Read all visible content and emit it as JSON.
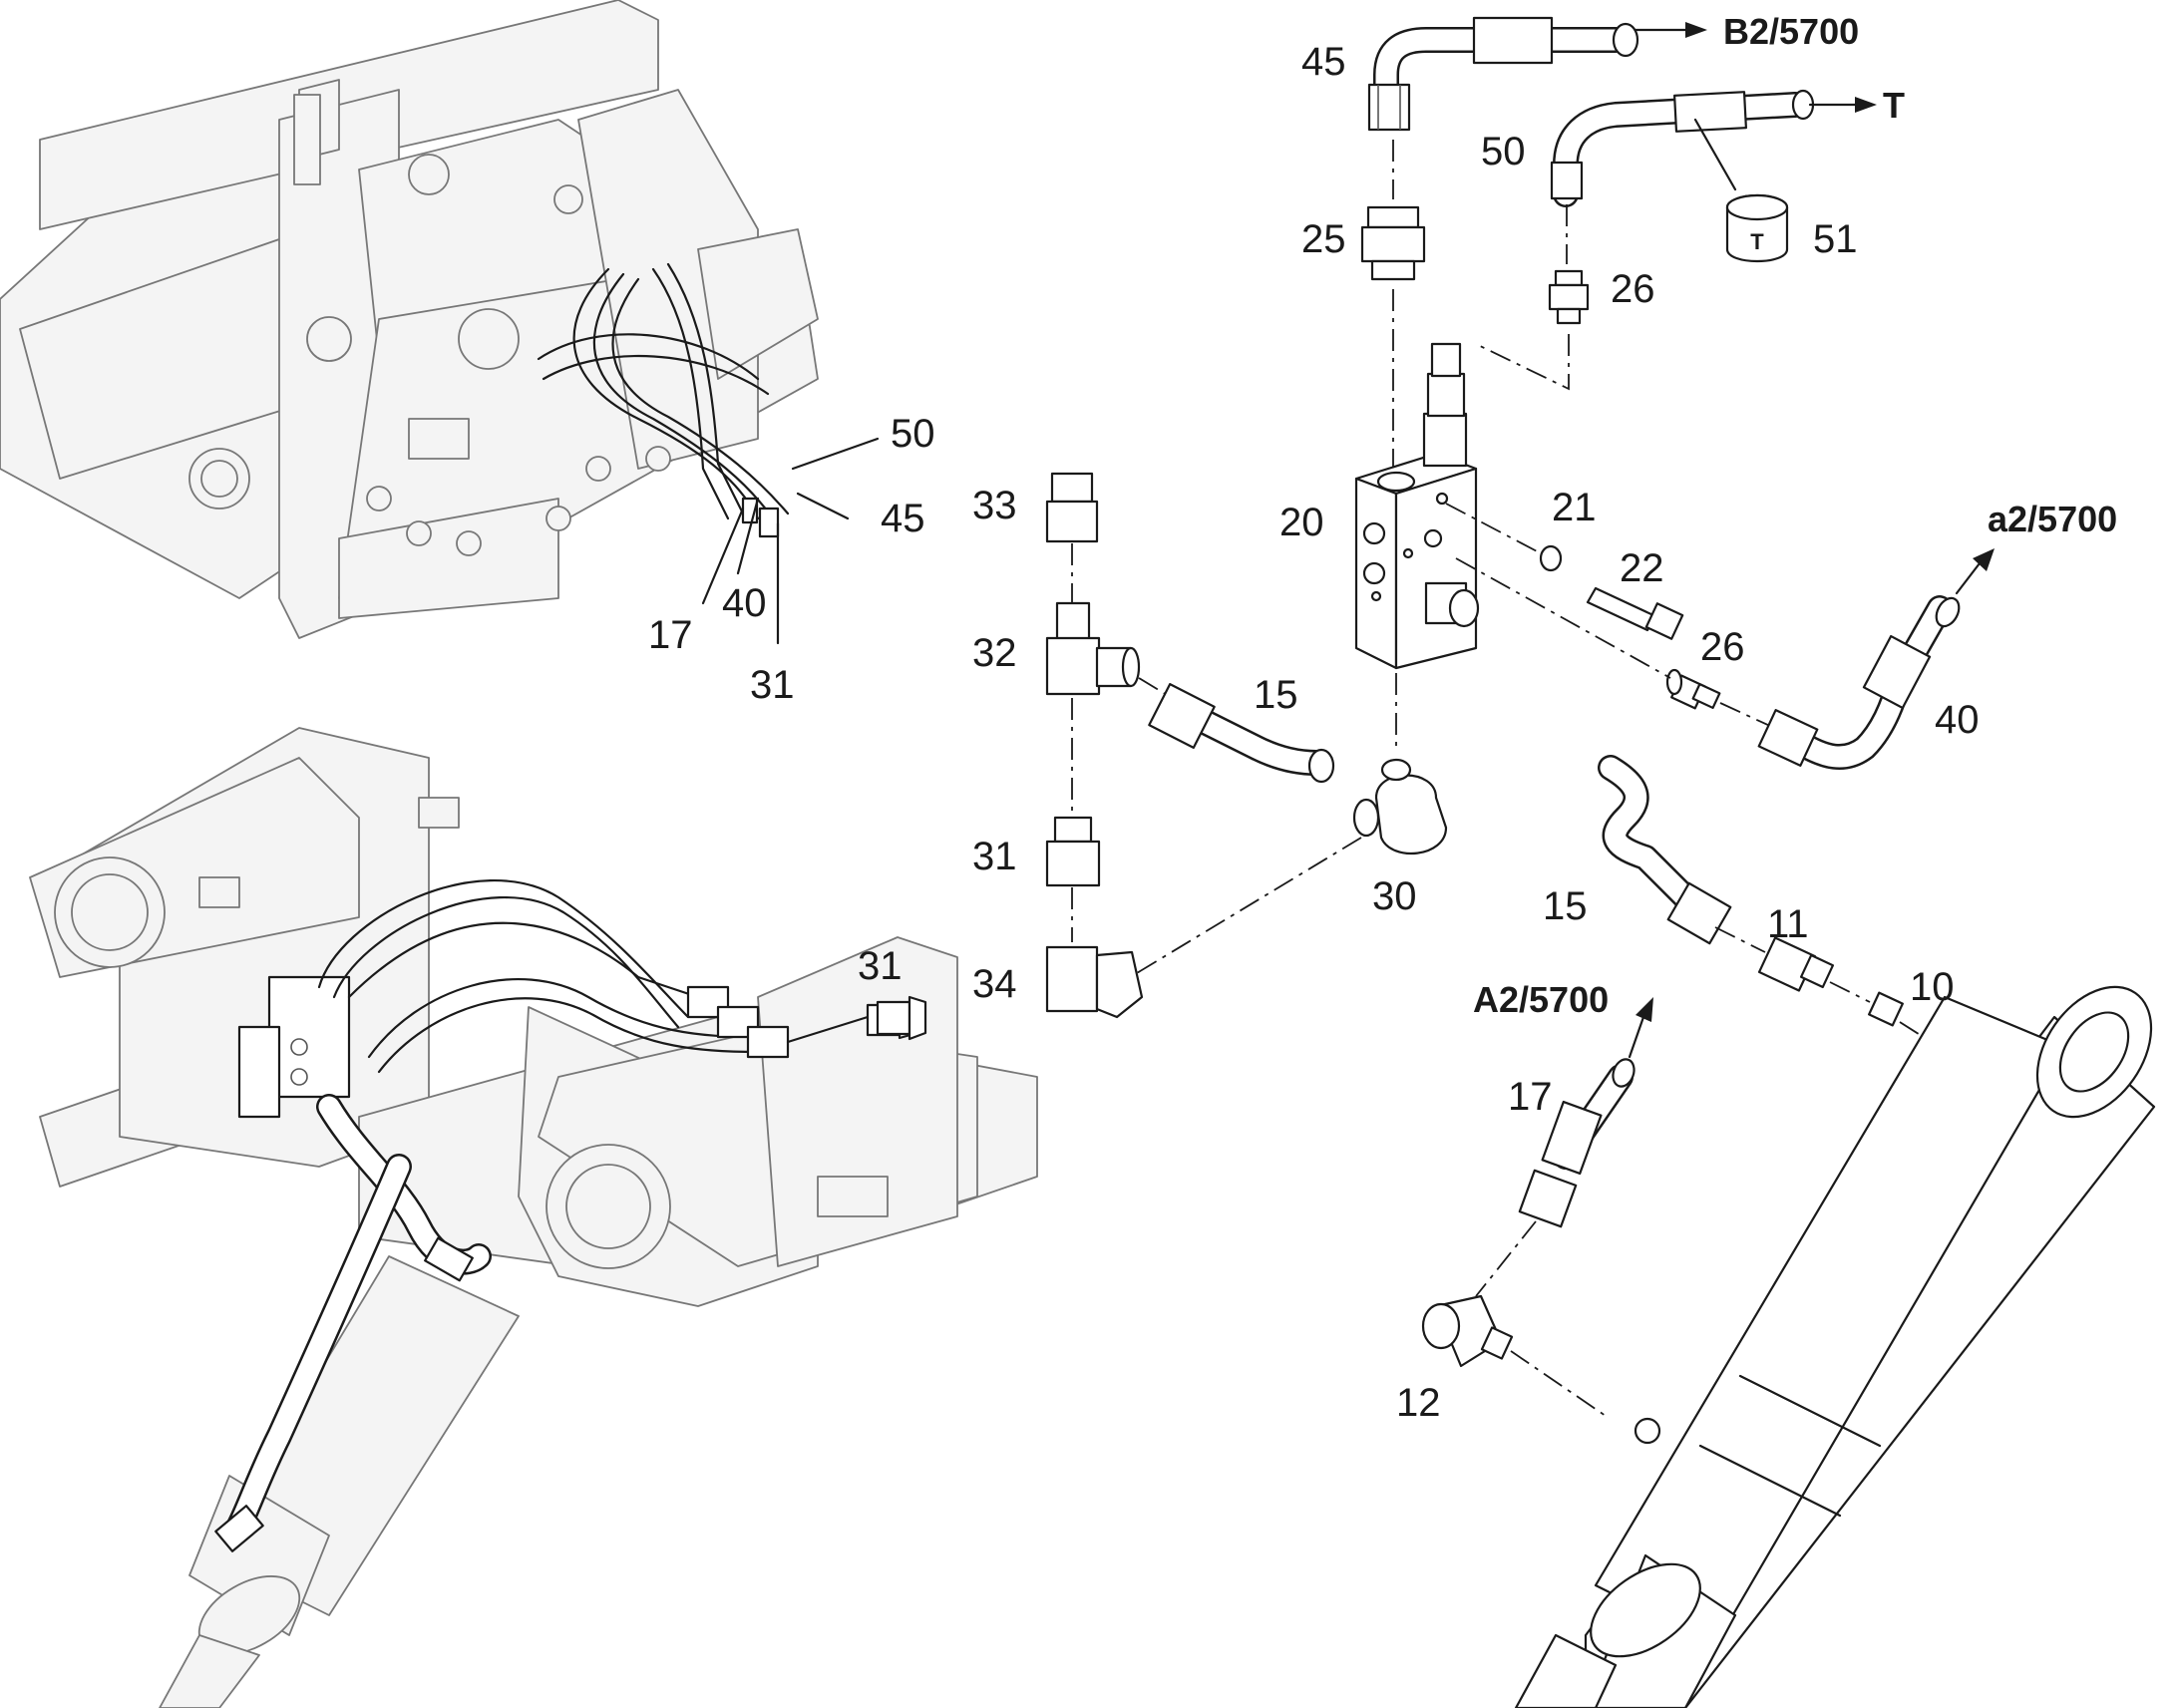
{
  "labels": {
    "p45_top": "45",
    "p25": "25",
    "p50_top": "50",
    "p51": "51",
    "p26_top": "26",
    "p20": "20",
    "p21": "21",
    "p22": "22",
    "p26_mid": "26",
    "p40_right": "40",
    "p33": "33",
    "p32": "32",
    "p15_left": "15",
    "p31_mid": "31",
    "p34": "34",
    "p30": "30",
    "p15_right": "15",
    "p11": "11",
    "p10": "10",
    "p17_right": "17",
    "p12": "12",
    "p31_left": "31",
    "p50_frame": "50",
    "p45_frame": "45",
    "p17_frame": "17",
    "p40_frame": "40",
    "p31_frame": "31"
  },
  "references": {
    "b2": "B2/5700",
    "t": "T",
    "a2_lower": "a2/5700",
    "a2_upper": "A2/5700"
  },
  "cap_mark": "T"
}
